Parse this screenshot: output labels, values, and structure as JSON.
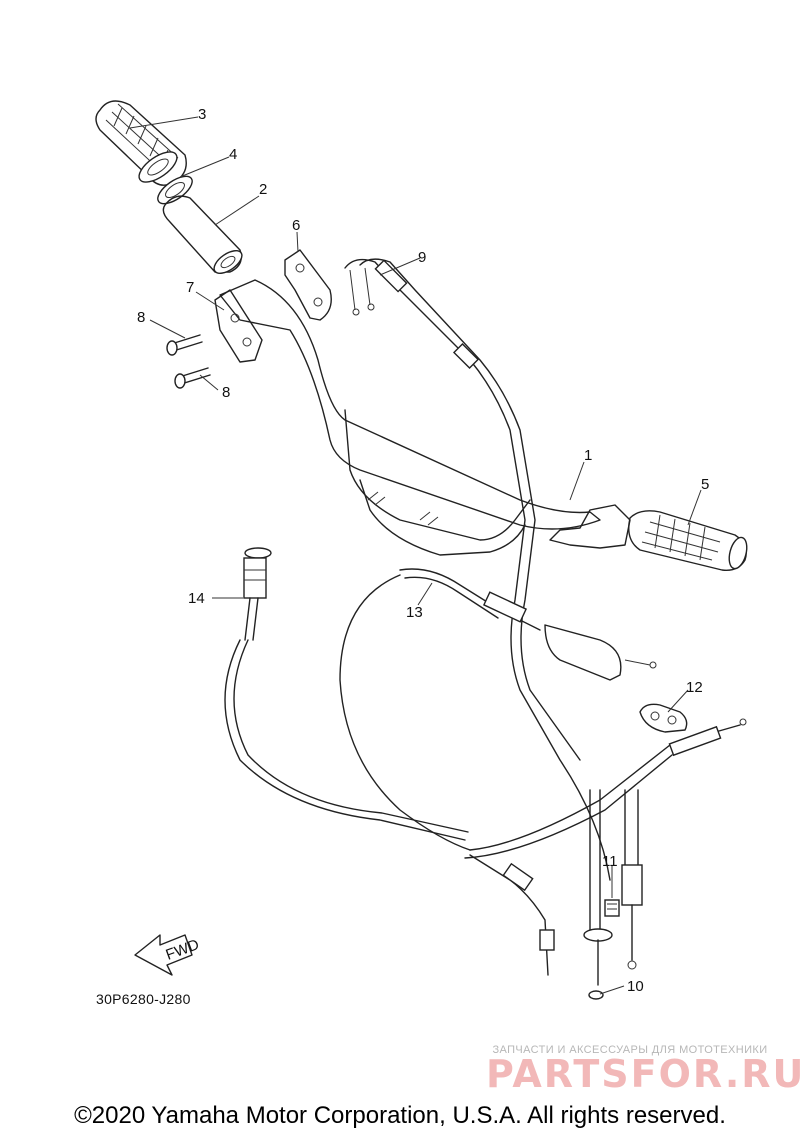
{
  "diagram": {
    "callouts": [
      {
        "id": "1",
        "text": "1"
      },
      {
        "id": "2",
        "text": "2"
      },
      {
        "id": "3",
        "text": "3"
      },
      {
        "id": "4",
        "text": "4"
      },
      {
        "id": "5",
        "text": "5"
      },
      {
        "id": "6",
        "text": "6"
      },
      {
        "id": "7",
        "text": "7"
      },
      {
        "id": "8a",
        "text": "8"
      },
      {
        "id": "8b",
        "text": "8"
      },
      {
        "id": "9",
        "text": "9"
      },
      {
        "id": "10",
        "text": "10"
      },
      {
        "id": "11",
        "text": "11"
      },
      {
        "id": "12",
        "text": "12"
      },
      {
        "id": "13",
        "text": "13"
      },
      {
        "id": "14",
        "text": "14"
      }
    ],
    "fwd_label": "FWD",
    "diagram_code": "30P6280-J280"
  },
  "watermark": {
    "tagline": "ЗАПЧАСТИ И АКСЕССУАРЫ ДЛЯ МОТОТЕХНИКИ",
    "logo": "PARTSFOR.RU"
  },
  "footer": {
    "copyright": "©2020 Yamaha Motor Corporation, U.S.A. All rights reserved."
  }
}
